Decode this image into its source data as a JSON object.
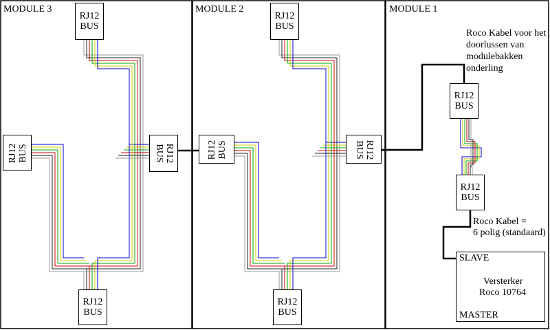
{
  "modules": {
    "module3": "MODULE 3",
    "module2": "MODULE 2",
    "module1": "MODULE 1"
  },
  "connector": {
    "line1": "RJ12",
    "line2": "BUS"
  },
  "notes": {
    "roco_cable_loop": [
      "Roco Kabel voor het",
      "doorlussen van",
      "modulebakken",
      "onderling"
    ],
    "roco_cable_6pin": [
      "Roco Kabel =",
      "6 polig (standaard)"
    ]
  },
  "amplifier": {
    "slave": "SLAVE",
    "name": "Versterker",
    "model": "Roco 10764",
    "master": "MASTER"
  },
  "colors": {
    "background": "#ffffff",
    "frame": "#000000",
    "cable": "#000000",
    "wire_colors": [
      "#0000cc",
      "#cccc00",
      "#00aa00",
      "#cc0000",
      "#222222",
      "#999999"
    ]
  }
}
